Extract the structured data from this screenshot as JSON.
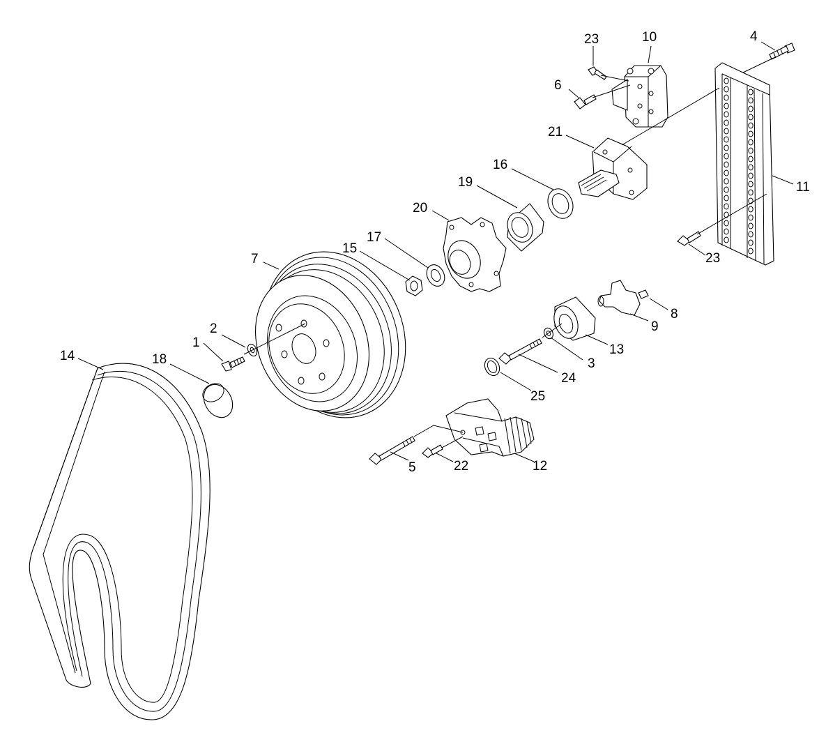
{
  "diagram": {
    "callouts": [
      {
        "id": "1",
        "text": "1"
      },
      {
        "id": "2",
        "text": "2"
      },
      {
        "id": "3",
        "text": "3"
      },
      {
        "id": "4",
        "text": "4"
      },
      {
        "id": "5",
        "text": "5"
      },
      {
        "id": "6",
        "text": "6"
      },
      {
        "id": "7",
        "text": "7"
      },
      {
        "id": "8",
        "text": "8"
      },
      {
        "id": "9",
        "text": "9"
      },
      {
        "id": "10",
        "text": "10"
      },
      {
        "id": "11",
        "text": "11"
      },
      {
        "id": "12",
        "text": "12"
      },
      {
        "id": "13",
        "text": "13"
      },
      {
        "id": "14",
        "text": "14"
      },
      {
        "id": "15",
        "text": "15"
      },
      {
        "id": "16",
        "text": "16"
      },
      {
        "id": "17",
        "text": "17"
      },
      {
        "id": "18",
        "text": "18"
      },
      {
        "id": "19",
        "text": "19"
      },
      {
        "id": "20",
        "text": "20"
      },
      {
        "id": "21",
        "text": "21"
      },
      {
        "id": "22",
        "text": "22"
      },
      {
        "id": "23a",
        "text": "23"
      },
      {
        "id": "23b",
        "text": "23"
      },
      {
        "id": "24",
        "text": "24"
      },
      {
        "id": "25",
        "text": "25"
      }
    ]
  }
}
